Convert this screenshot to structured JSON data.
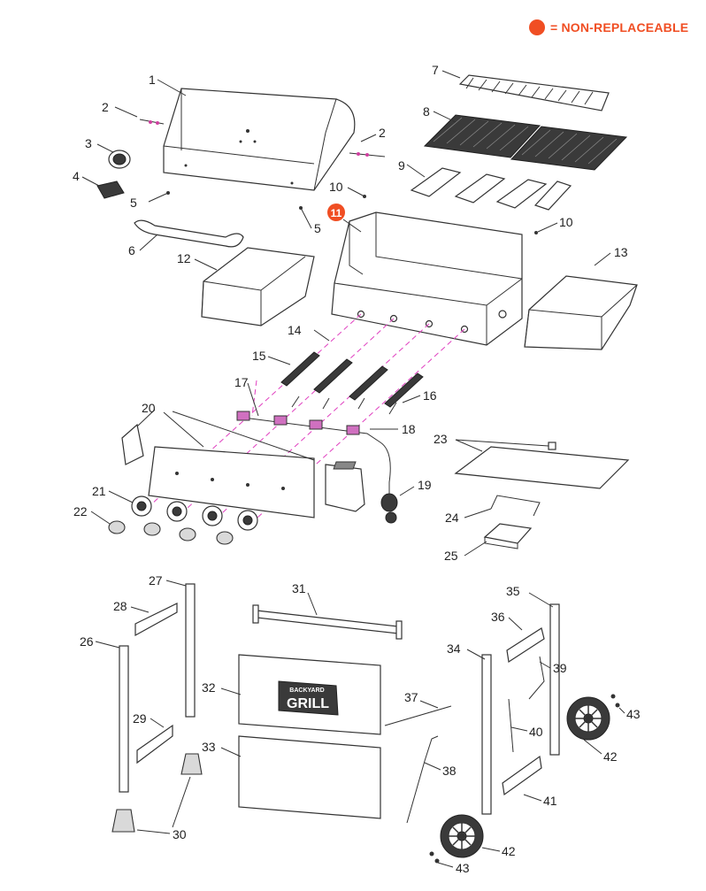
{
  "legend": {
    "text": "= NON-REPLACEABLE",
    "color": "#f04e23"
  },
  "badge": {
    "logo_top": "BACKYARD",
    "logo_main": "GRILL"
  },
  "parts": {
    "p1": "1",
    "p2a": "2",
    "p2b": "2",
    "p3": "3",
    "p4": "4",
    "p5a": "5",
    "p5b": "5",
    "p6": "6",
    "p7": "7",
    "p8": "8",
    "p9": "9",
    "p10a": "10",
    "p10b": "10",
    "p11": "11",
    "p12": "12",
    "p13": "13",
    "p14": "14",
    "p15": "15",
    "p16": "16",
    "p17": "17",
    "p18": "18",
    "p19": "19",
    "p20": "20",
    "p21": "21",
    "p22": "22",
    "p23": "23",
    "p24": "24",
    "p25": "25",
    "p26": "26",
    "p27": "27",
    "p28": "28",
    "p29": "29",
    "p30": "30",
    "p31": "31",
    "p32": "32",
    "p33": "33",
    "p34": "34",
    "p35": "35",
    "p36": "36",
    "p37": "37",
    "p38": "38",
    "p39": "39",
    "p40": "40",
    "p41": "41",
    "p42a": "42",
    "p42b": "42",
    "p43a": "43",
    "p43b": "43"
  }
}
